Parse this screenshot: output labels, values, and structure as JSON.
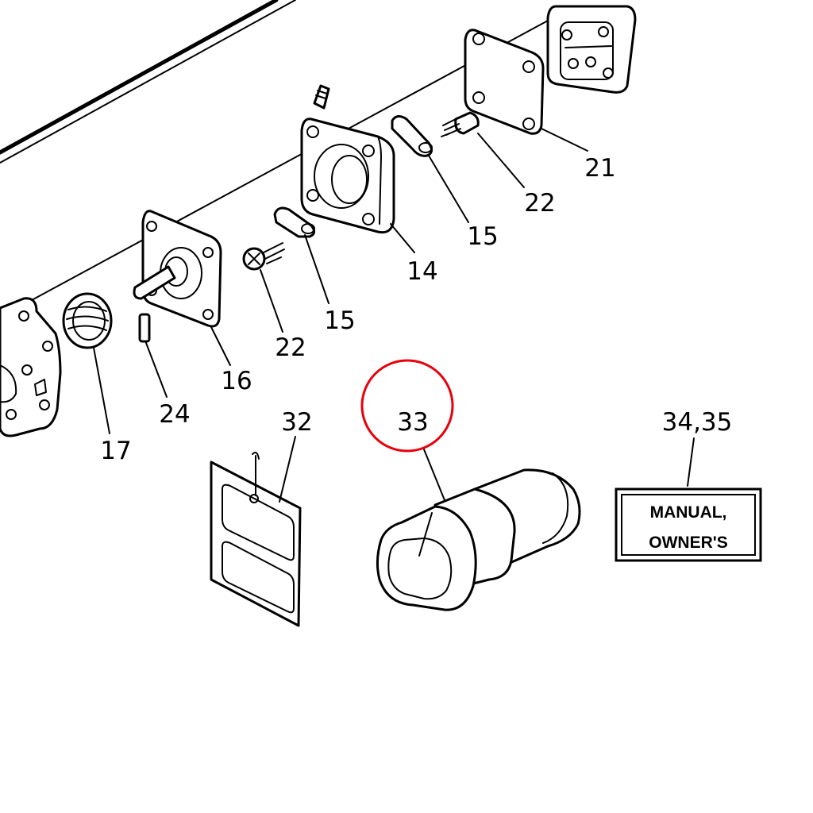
{
  "diagram": {
    "callouts": {
      "p21": "21",
      "p22a": "22",
      "p15a": "15",
      "p14": "14",
      "p15b": "15",
      "p22b": "22",
      "p16": "16",
      "p24": "24",
      "p17": "17",
      "p32": "32",
      "p33": "33",
      "p3435": "34,35"
    },
    "manual_label": {
      "line1": "MANUAL,",
      "line2": "OWNER'S"
    },
    "highlight_color": "#e8000b"
  }
}
